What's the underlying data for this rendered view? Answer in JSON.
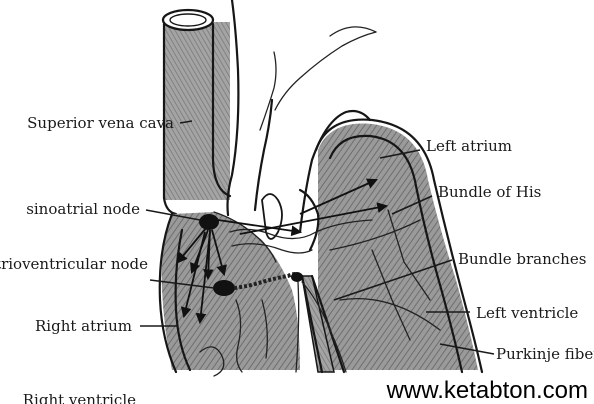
{
  "labels": {
    "superior_vena_cava": "Superior vena cava",
    "sinoatrial_node": "sinoatrial node",
    "atrioventricular_node": "Atrioventricular node",
    "right_atrium": "Right atrium",
    "right_ventricle": "Right ventricle",
    "left_atrium": "Left atrium",
    "bundle_of_his": "Bundle of His",
    "bundle_branches": "Bundle branches",
    "left_ventricle": "Left ventricle",
    "purkinje_fibers": "Purkinje fibers"
  },
  "watermark": "www.ketabton.com",
  "colors": {
    "ink": "#161616",
    "tissue_shade": "#8a8a8a",
    "background": "#ffffff"
  }
}
